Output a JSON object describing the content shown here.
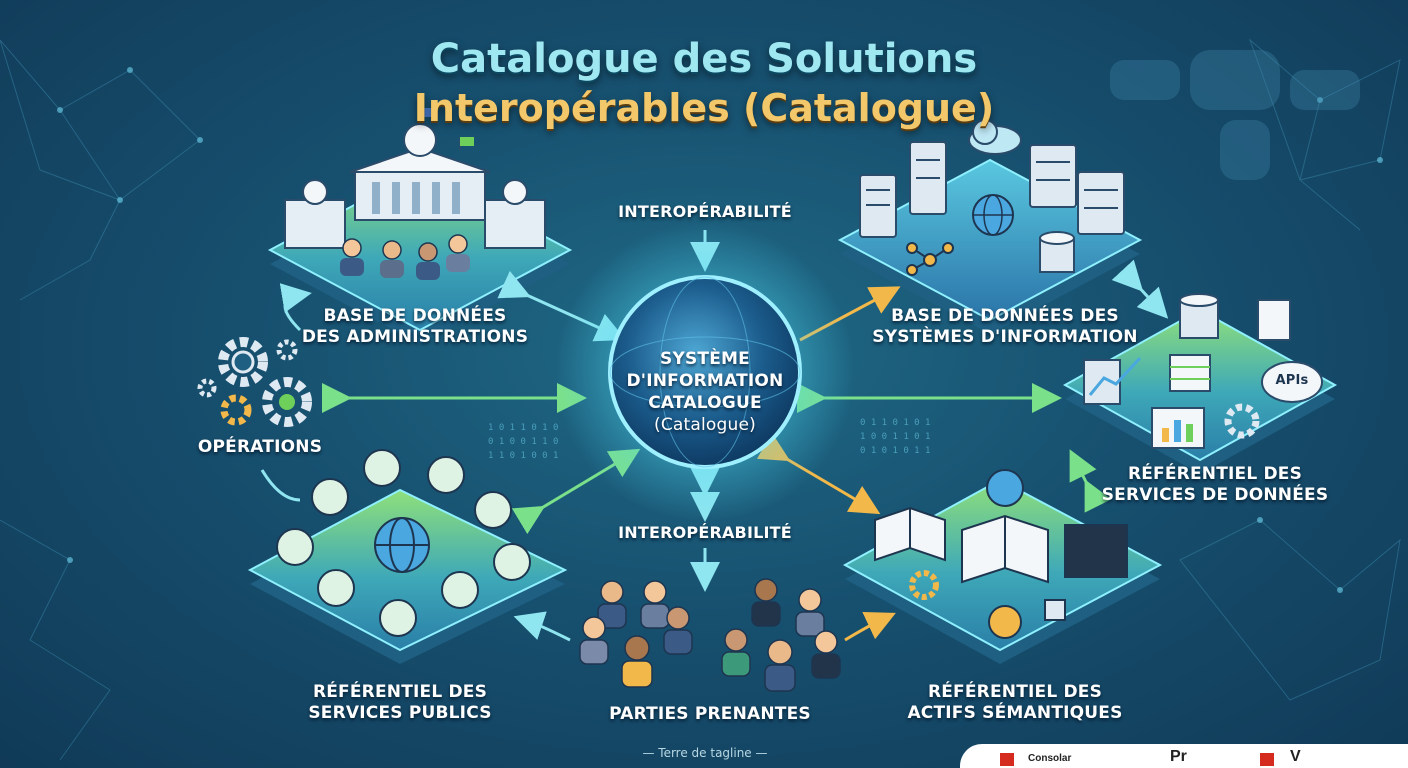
{
  "title": {
    "line1": "Catalogue des Solutions",
    "line2": "Interopérables (Catalogue)"
  },
  "center": {
    "lines": [
      "SYSTÈME",
      "D'INFORMATION",
      "CATALOGUE",
      "(Catalogue)"
    ]
  },
  "labels": {
    "interop_top": "INTEROPÉRABILITÉ",
    "interop_bottom": "INTEROPÉRABILITÉ",
    "admin_db": [
      "BASE DE DONNÉES",
      "DES ADMINISTRATIONS"
    ],
    "si_db": [
      "BASE DE DONNÉES DES",
      "SYSTÈMES D'INFORMATION"
    ],
    "operations": "OPÉRATIONS",
    "data_services": [
      "RÉFÉRENTIEL DES",
      "SERVICES DE DONNÉES"
    ],
    "public_services": [
      "RÉFÉRENTIEL DES",
      "SERVICES PUBLICS"
    ],
    "stakeholders": "PARTIES PRENANTES",
    "semantic_assets": [
      "RÉFÉRENTIEL DES",
      "ACTIFS SÉMANTIQUES"
    ],
    "apis": "APIs"
  },
  "tagline": "— Terre de tagline —",
  "footer": {
    "partner1": "Consolar",
    "partner2": "Pr",
    "partner3": "V"
  },
  "colors": {
    "background": "#17506f",
    "title_primary": "#9fe8f2",
    "title_secondary": "#f3c86a",
    "platform_green": "#6fcf5b",
    "platform_blue": "#2f8fb5",
    "arrow_green": "#7be08a",
    "arrow_gold": "#f2b84a",
    "arrow_cyan": "#8fe6f0",
    "globe_glow": "#4fd8f2"
  }
}
